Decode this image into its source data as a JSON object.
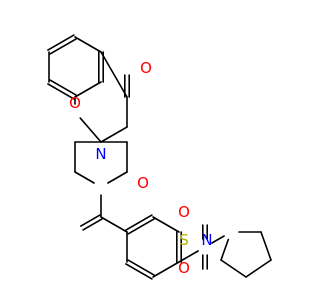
{
  "molecule": {
    "atoms": {
      "ketone_oxygen": {
        "symbol": "O",
        "color": "#ff0000"
      },
      "ring_oxygen": {
        "symbol": "O",
        "color": "#ff0000"
      },
      "piperidine_nitrogen": {
        "symbol": "N",
        "color": "#0000ff"
      },
      "amide_oxygen": {
        "symbol": "O",
        "color": "#ff0000"
      },
      "sulfur": {
        "symbol": "S",
        "color": "#b2b200"
      },
      "sulfonyl_oxygen_top": {
        "symbol": "O",
        "color": "#ff0000"
      },
      "sulfonyl_oxygen_bottom": {
        "symbol": "O",
        "color": "#ff0000"
      },
      "pyrrolidine_nitrogen": {
        "symbol": "N",
        "color": "#0000ff"
      }
    },
    "bond_color": "#000000"
  }
}
